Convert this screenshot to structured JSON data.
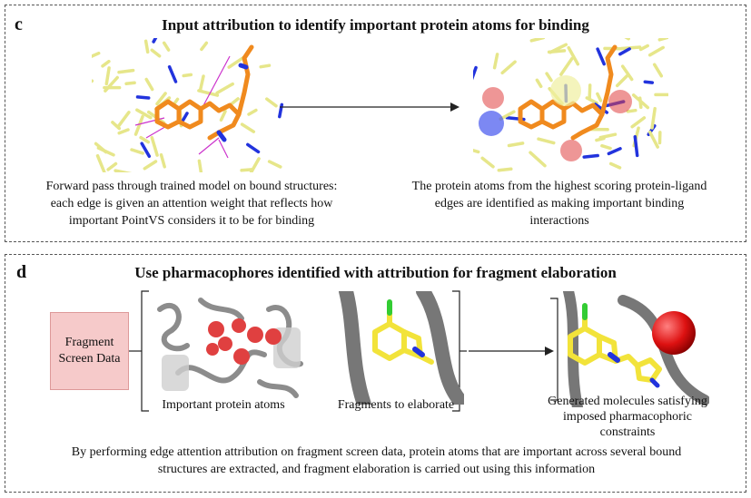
{
  "panel_c": {
    "letter": "c",
    "title": "Input attribution to identify important protein atoms for binding",
    "left_caption": [
      "Forward pass through trained model on bound structures:",
      "each edge is given an attention weight that reflects how",
      "important PointVS considers it to be for binding"
    ],
    "right_caption": [
      "The protein atoms from the highest scoring protein-ligand",
      "edges are identified as making important binding",
      "interactions"
    ]
  },
  "panel_d": {
    "letter": "d",
    "title": "Use pharmacophores identified with attribution for fragment elaboration",
    "fragment_box": [
      "Fragment",
      "Screen Data"
    ],
    "atoms_label": "Important protein atoms",
    "fragments_label": "Fragments to elaborate",
    "generated_label": [
      "Generated molecules satisfying",
      "imposed pharmacophoric",
      "constraints"
    ],
    "bottom_caption": [
      "By performing edge attention attribution on fragment screen data, protein atoms that are important across several bound",
      "structures are extracted, and fragment elaboration is carried out using this information"
    ]
  },
  "colors": {
    "carbon_protein": "#e6e68a",
    "carbon_ligand": "#f08a1e",
    "nitrogen": "#2233dd",
    "attention_edge": "#cc33cc",
    "highlight_red": "#e04040",
    "highlight_blue": "#4455ee",
    "highlight_yellow": "#f0f0a0",
    "fragment_yellow": "#f2e33a",
    "chlorine_green": "#33cc33",
    "ribbon_grey": "#8c8c8c",
    "fragment_box_fill": "#f6caca"
  }
}
